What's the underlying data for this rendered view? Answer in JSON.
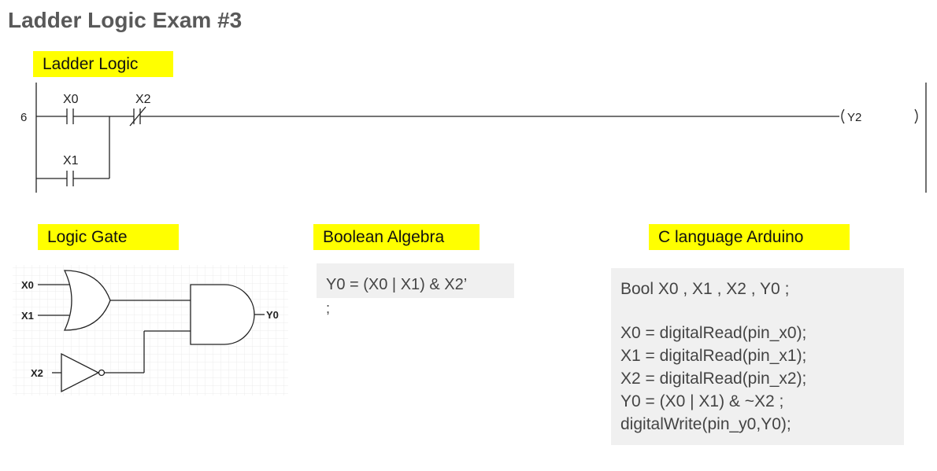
{
  "page": {
    "title": "Ladder Logic Exam #3"
  },
  "sections": {
    "ladder_logic": "Ladder Logic",
    "logic_gate": "Logic Gate",
    "boolean_algebra": "Boolean Algebra",
    "c_language": "C language Arduino"
  },
  "ladder": {
    "rung_number": "6",
    "contact_x0": "X0",
    "contact_x1": "X1",
    "contact_x2": "X2",
    "coil": "Y2"
  },
  "gate": {
    "input_x0": "X0",
    "input_x1": "X1",
    "input_x2": "X2",
    "output_y0": "Y0"
  },
  "boolean": {
    "expression": "Y0 = (X0 | X1) & X2’",
    "terminator": ";"
  },
  "code": {
    "lines": [
      "Bool X0 , X1 , X2 , Y0 ;",
      "",
      "X0 = digitalRead(pin_x0);",
      "X1 = digitalRead(pin_x1);",
      "X2 = digitalRead(pin_x2);",
      "Y0 = (X0 | X1) & ~X2 ;",
      "digitalWrite(pin_y0,Y0);"
    ]
  }
}
